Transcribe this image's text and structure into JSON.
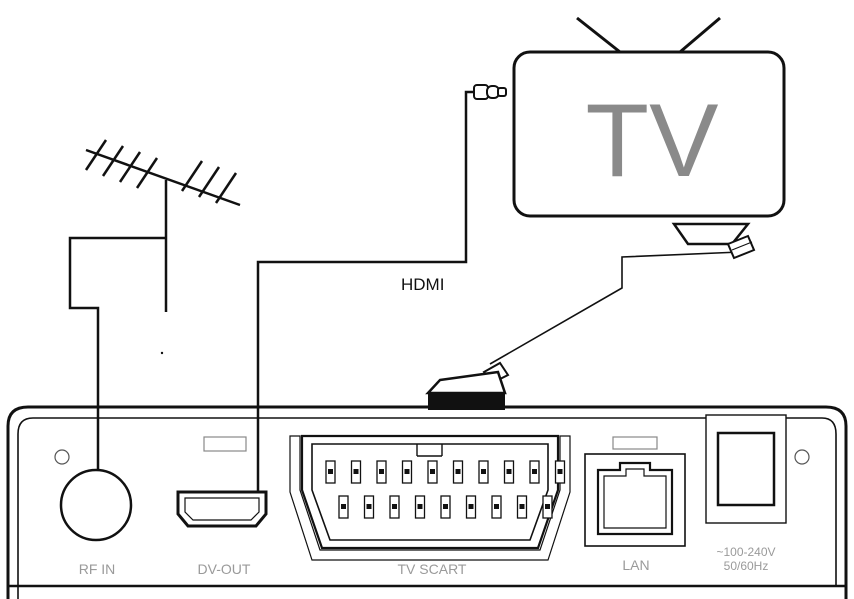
{
  "tv": {
    "label": "TV"
  },
  "cables": {
    "hdmi_label": "HDMI"
  },
  "panel": {
    "rf_in": "RF IN",
    "dv_out": "DV-OUT",
    "tv_scart": "TV SCART",
    "lan": "LAN",
    "power_line1": "~100-240V",
    "power_line2": "50/60Hz"
  },
  "colors": {
    "line": "#111111",
    "label": "#9a9a9a",
    "tv_text": "#8a8a8a"
  }
}
